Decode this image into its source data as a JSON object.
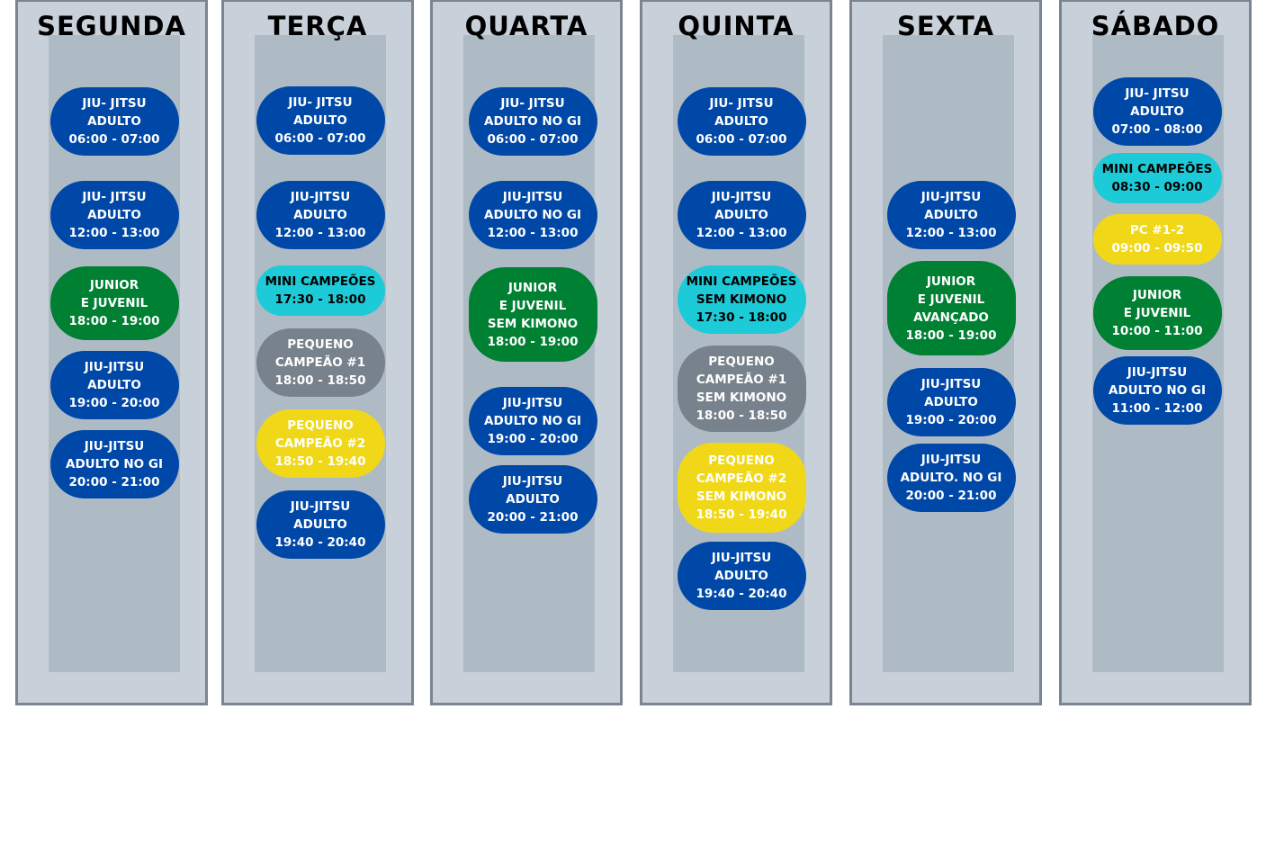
{
  "colors": {
    "blue": "#0048a8",
    "green": "#008033",
    "cyan": "#1ccad8",
    "gray": "#78828c",
    "yellow": "#f0d818",
    "panel": "#c8d0da",
    "strip": "#afbbc4",
    "border": "#7a8591"
  },
  "days": [
    {
      "name": "SEGUNDA",
      "classes": [
        {
          "color": "blue",
          "lines": [
            "JIU- JITSU",
            "ADULTO",
            "06:00 - 07:00"
          ]
        },
        {
          "color": "blue",
          "lines": [
            "JIU- JITSU",
            "ADULTO",
            "12:00 - 13:00"
          ]
        },
        {
          "color": "green",
          "lines": [
            "JUNIOR",
            "E JUVENIL",
            "18:00 - 19:00"
          ]
        },
        {
          "color": "blue",
          "lines": [
            "JIU-JITSU",
            "ADULTO",
            "19:00 - 20:00"
          ]
        },
        {
          "color": "blue",
          "lines": [
            "JIU-JITSU",
            "ADULTO NO GI",
            "20:00 - 21:00"
          ]
        }
      ]
    },
    {
      "name": "TERÇA",
      "classes": [
        {
          "color": "blue",
          "lines": [
            "JIU- JITSU",
            "ADULTO",
            "06:00 - 07:00"
          ]
        },
        {
          "color": "blue",
          "lines": [
            "JIU-JITSU",
            "ADULTO",
            "12:00 - 13:00"
          ]
        },
        {
          "color": "cyan",
          "lines": [
            "MINI CAMPEÕES",
            "17:30 - 18:00"
          ]
        },
        {
          "color": "gray",
          "lines": [
            "PEQUENO",
            "CAMPEÃO #1",
            "18:00 - 18:50"
          ]
        },
        {
          "color": "yellow",
          "lines": [
            "PEQUENO",
            "CAMPEÃO #2",
            "18:50 - 19:40"
          ]
        },
        {
          "color": "blue",
          "lines": [
            "JIU-JITSU",
            "ADULTO",
            "19:40 - 20:40"
          ]
        }
      ]
    },
    {
      "name": "QUARTA",
      "classes": [
        {
          "color": "blue",
          "lines": [
            "JIU- JITSU",
            "ADULTO NO GI",
            "06:00 - 07:00"
          ]
        },
        {
          "color": "blue",
          "lines": [
            "JIU-JITSU",
            "ADULTO NO GI",
            "12:00 - 13:00"
          ]
        },
        {
          "color": "green",
          "lines": [
            "JUNIOR",
            "E JUVENIL",
            "SEM KIMONO",
            "18:00 - 19:00"
          ]
        },
        {
          "color": "blue",
          "lines": [
            "JIU-JITSU",
            "ADULTO NO GI",
            "19:00 - 20:00"
          ]
        },
        {
          "color": "blue",
          "lines": [
            "JIU-JITSU",
            "ADULTO",
            "20:00 - 21:00"
          ]
        }
      ]
    },
    {
      "name": "QUINTA",
      "classes": [
        {
          "color": "blue",
          "lines": [
            "JIU- JITSU",
            "ADULTO",
            "06:00 - 07:00"
          ]
        },
        {
          "color": "blue",
          "lines": [
            "JIU-JITSU",
            "ADULTO",
            "12:00 - 13:00"
          ]
        },
        {
          "color": "cyan",
          "lines": [
            "MINI CAMPEÕES",
            "SEM KIMONO",
            "17:30 - 18:00"
          ]
        },
        {
          "color": "gray",
          "lines": [
            "PEQUENO",
            "CAMPEÃO #1",
            "SEM KIMONO",
            "18:00 - 18:50"
          ]
        },
        {
          "color": "yellow",
          "lines": [
            "PEQUENO",
            "CAMPEÃO #2",
            "SEM KIMONO",
            "18:50 - 19:40"
          ]
        },
        {
          "color": "blue",
          "lines": [
            "JIU-JITSU",
            "ADULTO",
            "19:40 - 20:40"
          ]
        }
      ]
    },
    {
      "name": "SEXTA",
      "classes": [
        {
          "color": "blue",
          "lines": [
            "JIU-JITSU",
            "ADULTO",
            "12:00 - 13:00"
          ]
        },
        {
          "color": "green",
          "lines": [
            "JUNIOR",
            "E JUVENIL",
            "AVANÇADO",
            "18:00 - 19:00"
          ]
        },
        {
          "color": "blue",
          "lines": [
            "JIU-JITSU",
            "ADULTO",
            "19:00 - 20:00"
          ]
        },
        {
          "color": "blue",
          "lines": [
            "JIU-JITSU",
            "ADULTO. NO GI",
            "20:00 - 21:00"
          ]
        }
      ]
    },
    {
      "name": "SÁBADO",
      "classes": [
        {
          "color": "blue",
          "lines": [
            "JIU- JITSU",
            "ADULTO",
            "07:00 - 08:00"
          ]
        },
        {
          "color": "cyan",
          "lines": [
            "MINI CAMPEÕES",
            "08:30 - 09:00"
          ]
        },
        {
          "color": "yellow",
          "lines": [
            "PC #1-2",
            "09:00 - 09:50"
          ]
        },
        {
          "color": "green",
          "lines": [
            "JUNIOR",
            "E JUVENIL",
            "10:00 - 11:00"
          ]
        },
        {
          "color": "blue",
          "lines": [
            "JIU-JITSU",
            "ADULTO NO GI",
            "11:00 - 12:00"
          ]
        }
      ]
    }
  ]
}
